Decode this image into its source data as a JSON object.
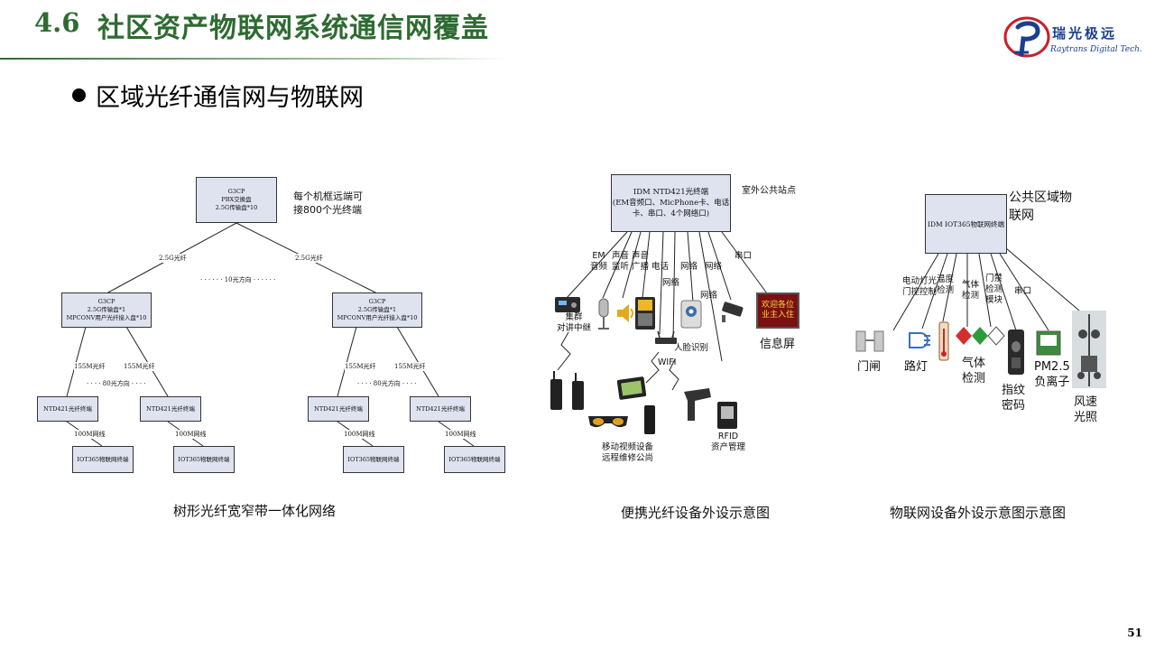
{
  "header": {
    "number": "4.6",
    "title": "社区资产物联网系统通信网覆盖",
    "logo_cn": "瑞光极远",
    "logo_en": "Raytrans Digital Tech."
  },
  "subtitle": "区域光纤通信网与物联网",
  "tree": {
    "root": {
      "line1": "G3CP",
      "line2": "PBX交换盘",
      "line3": "2.5G传输盘*10"
    },
    "root_note": {
      "line1": "每个机框远端可",
      "line2": "接800个光终端"
    },
    "link_left": "2.5G光纤",
    "link_right": "2.5G光纤",
    "dots_10": "· · · · · · 10光方向 · · · · · ·",
    "mid_left": {
      "line1": "G3CP",
      "line2": "2.5G传输盘*1",
      "line3": "MPCONV用户光纤接入盘*10"
    },
    "mid_right": {
      "line1": "G3CP",
      "line2": "2.5G传输盘*1",
      "line3": "MPCONV用户光纤接入盘*10"
    },
    "link_155": "155M光纤",
    "dots_80": "· · · · 80光方向 · · · ·",
    "ntd": "NTD421光纤终端",
    "link_100": "100M网线",
    "iot": "IOT365物联网终端"
  },
  "portable": {
    "box": {
      "line1": "IDM NTD421光终端",
      "line2": "(EM音频口、MicPhone卡、电话",
      "line3": "卡、串口、4个网络口)"
    },
    "note": "室外公共站点",
    "labels": {
      "em": "EM\n音频",
      "sheng_monitor": "声音\n监听",
      "sheng_broadcast": "声音\n广播",
      "phone": "电话",
      "net1": "网络",
      "net2": "网络",
      "net3": "网络",
      "net4": "网络",
      "serial": "串口"
    },
    "devices": {
      "relay": "集群\n对讲中继",
      "face": "人脸识别",
      "wifi": "WIFI",
      "screen": "信息屏",
      "screen_text": "欢迎各位\n业主入住",
      "mobile": "移动视频设备\n远程维修公尚",
      "rfid": "RFID\n资产管理"
    }
  },
  "iot": {
    "box": "IDM IOT365物联网终端",
    "note": "公共区域物\n联网",
    "labels": {
      "gate_ctrl": "电动\n门控",
      "light_ctrl": "灯光\n控制",
      "temp": "温度\n检测",
      "gas_det": "气体\n检测",
      "door_module": "门禁\n检测\n模块",
      "serial": "串口"
    },
    "devices": {
      "gate": "门闸",
      "light": "路灯",
      "gas": "气体\n检测",
      "finger": "指纹\n密码",
      "pm": "PM2.5\n负离子",
      "wind": "风速\n光照"
    }
  },
  "captions": {
    "tree": "树形光纤宽窄带一体化网络",
    "portable": "便携光纤设备外设示意图",
    "iot": "物联网设备外设示意图示意图"
  },
  "page_number": "51"
}
